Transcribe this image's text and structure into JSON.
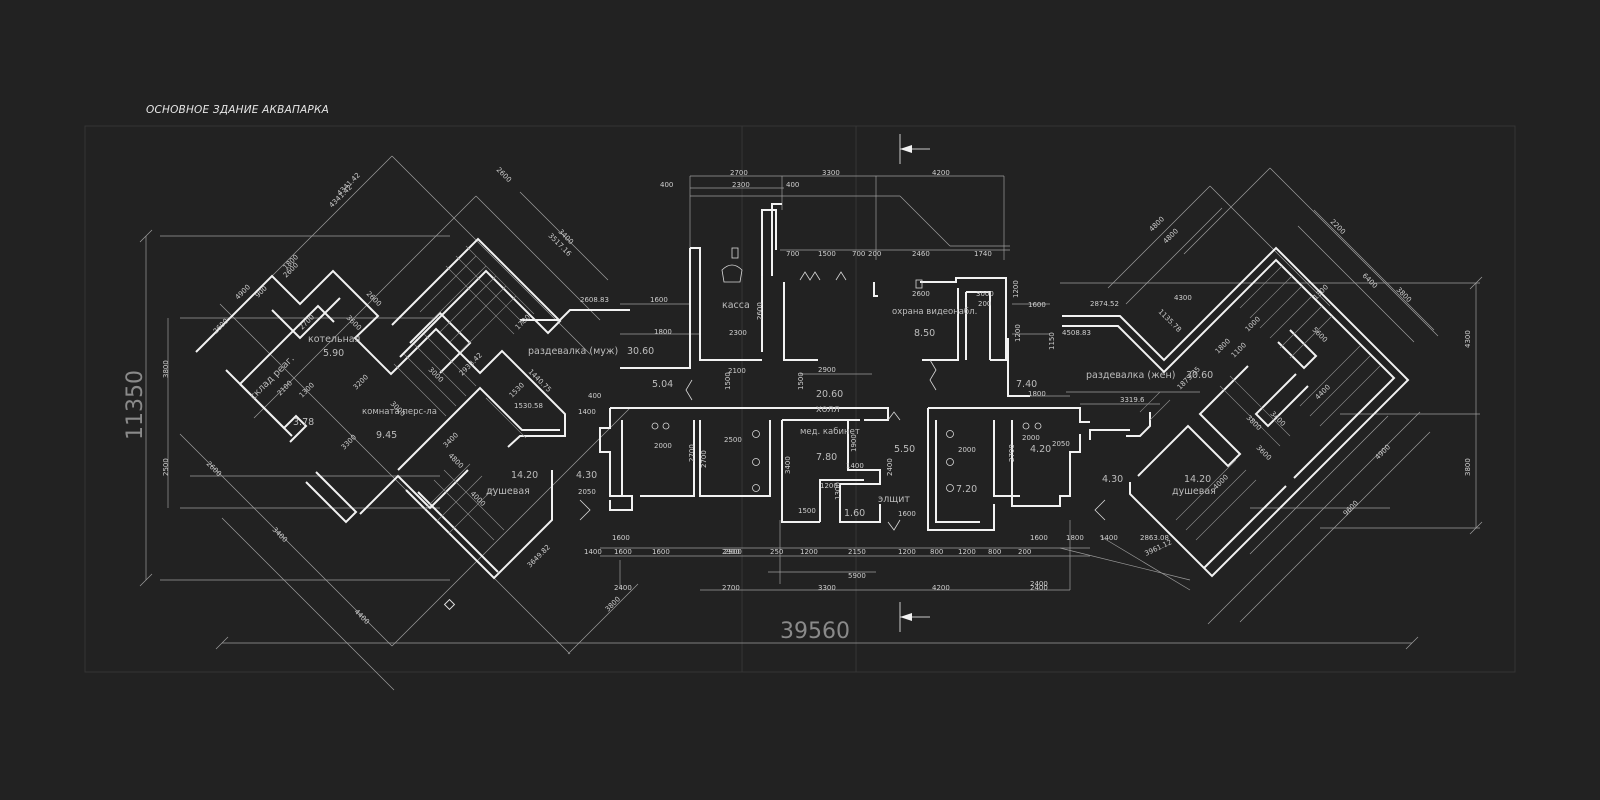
{
  "title": "ОСНОВНОЕ ЗДАНИЕ АКВАПАРКА",
  "overall": {
    "height": "11350",
    "width": "39560"
  },
  "rooms": [
    {
      "id": "kotelnaya",
      "name": "котельная",
      "area": "5.90"
    },
    {
      "id": "sklad",
      "name": "склад реаг.",
      "area": ""
    },
    {
      "id": "room-378",
      "name": "",
      "area": "3.78"
    },
    {
      "id": "komnata",
      "name": "комната перс-ла",
      "area": "9.45"
    },
    {
      "id": "razd-muzh",
      "name": "раздевалка (муж)",
      "area": "30.60"
    },
    {
      "id": "dush-left",
      "name": "душевая",
      "area": "14.20"
    },
    {
      "id": "room-504",
      "name": "",
      "area": "5.04"
    },
    {
      "id": "room-430-l",
      "name": "",
      "area": "4.30"
    },
    {
      "id": "kassa",
      "name": "касса",
      "area": ""
    },
    {
      "id": "holl",
      "name": "холл",
      "area": "20.60"
    },
    {
      "id": "ohrana",
      "name": "охрана видеонабл.",
      "area": "8.50"
    },
    {
      "id": "med",
      "name": "мед. кабинет",
      "area": "7.80"
    },
    {
      "id": "room-550",
      "name": "",
      "area": "5.50"
    },
    {
      "id": "room-160",
      "name": "",
      "area": "1.60"
    },
    {
      "id": "elshit",
      "name": "элщит",
      "area": ""
    },
    {
      "id": "room-720",
      "name": "",
      "area": "7.20"
    },
    {
      "id": "room-740",
      "name": "",
      "area": "7.40"
    },
    {
      "id": "room-420",
      "name": "",
      "area": "4.20"
    },
    {
      "id": "room-430-r",
      "name": "",
      "area": "4.30"
    },
    {
      "id": "razd-zhen",
      "name": "раздевалка (жен)",
      "area": "30.60"
    },
    {
      "id": "dush-right",
      "name": "душевая",
      "area": "14.20"
    }
  ],
  "dims_top": [
    "400",
    "2700",
    "2300",
    "400",
    "3300",
    "4200",
    "700",
    "1500",
    "700",
    "200",
    "2460",
    "1740",
    "2600",
    "3000",
    "200",
    "1600",
    "2874.52",
    "4508.83",
    "2608.83",
    "1600",
    "1800",
    "2900",
    "1500",
    "1500",
    "2100",
    "2300",
    "2600",
    "1200",
    "1200",
    "1150",
    "1800"
  ],
  "dims_left": [
    "2600",
    "4341.42",
    "4341.42",
    "3400",
    "3517.16",
    "4900",
    "1800",
    "900",
    "2600",
    "2700",
    "2600",
    "3600",
    "1700",
    "2600",
    "1300",
    "3000",
    "3000",
    "3200",
    "2100",
    "3800",
    "2500",
    "2600",
    "4800",
    "2933.42",
    "1440.75",
    "1530",
    "1530.58",
    "1400",
    "400",
    "3400",
    "3300",
    "2050",
    "4000",
    "1400",
    "1600",
    "3649.82",
    "2700",
    "1600",
    "2400",
    "2900",
    "3800",
    "3400",
    "4400"
  ],
  "dims_bottom": [
    "1600",
    "2900",
    "250",
    "1200",
    "2150",
    "1200",
    "800",
    "1200",
    "800",
    "200",
    "1600",
    "1800",
    "1400",
    "2863.08",
    "3961.12",
    "2400",
    "2700",
    "3300",
    "4200",
    "2400",
    "5900",
    "1400",
    "1200",
    "1500",
    "1300",
    "1900",
    "1600",
    "3400",
    "2400",
    "2700",
    "2000",
    "2500",
    "2000",
    "2050",
    "2700",
    "2000"
  ],
  "dims_right": [
    "4800",
    "4800",
    "2200",
    "6400",
    "3800",
    "1300",
    "1000",
    "5600",
    "4300",
    "1800",
    "1100",
    "1135.78",
    "1873.35",
    "3319.6",
    "3600",
    "4400",
    "3800",
    "3800",
    "4900",
    "9600",
    "3400",
    "4000",
    "4300"
  ]
}
